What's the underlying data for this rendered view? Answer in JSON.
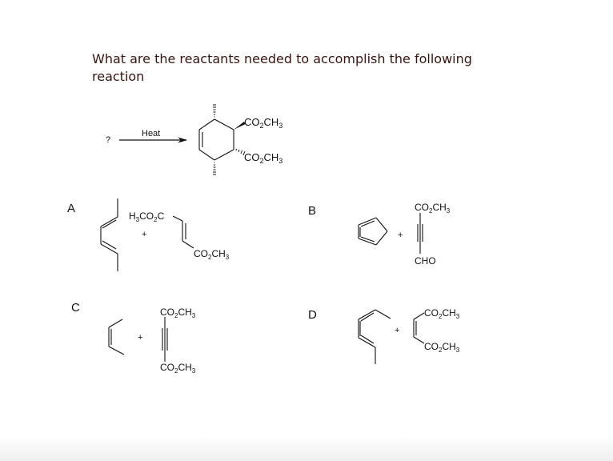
{
  "question": {
    "text": "What are the reactants needed to accomplish the following reaction",
    "color": "#3a1410"
  },
  "reaction": {
    "reactant": "?",
    "condition": "Heat",
    "product": {
      "name": "dimethyl 3,6-dimethylcyclohex-4-ene-1,2-dicarboxylate (trans diester)",
      "substituents": [
        "CO2CH3",
        "CO2CH3",
        "CH3",
        "CH3"
      ],
      "label_top": "CO2CH3",
      "label_bottom": "CO2CH3"
    }
  },
  "options": [
    {
      "letter": "A",
      "diene": "(2E,4E)-hexa-2,4-diene",
      "plus": "+",
      "dienophile": "dimethyl fumarate (trans)",
      "labels": [
        "H3CO2C",
        "CO2CH3"
      ]
    },
    {
      "letter": "B",
      "diene": "cyclopentadiene",
      "plus": "+",
      "dienophile": "methyl 4-oxobut-2-ynoate",
      "labels": [
        "CO2CH3",
        "CHO"
      ]
    },
    {
      "letter": "C",
      "diene": "cis-2-butene",
      "plus": "+",
      "dienophile": "dimethyl acetylenedicarboxylate",
      "labels": [
        "CO2CH3",
        "CO2CH3"
      ]
    },
    {
      "letter": "D",
      "diene": "(2E,4Z)-hexa-2,4-diene",
      "plus": "+",
      "dienophile": "dimethyl maleate (cis)",
      "labels": [
        "CO2CH3",
        "CO2CH3"
      ]
    }
  ]
}
